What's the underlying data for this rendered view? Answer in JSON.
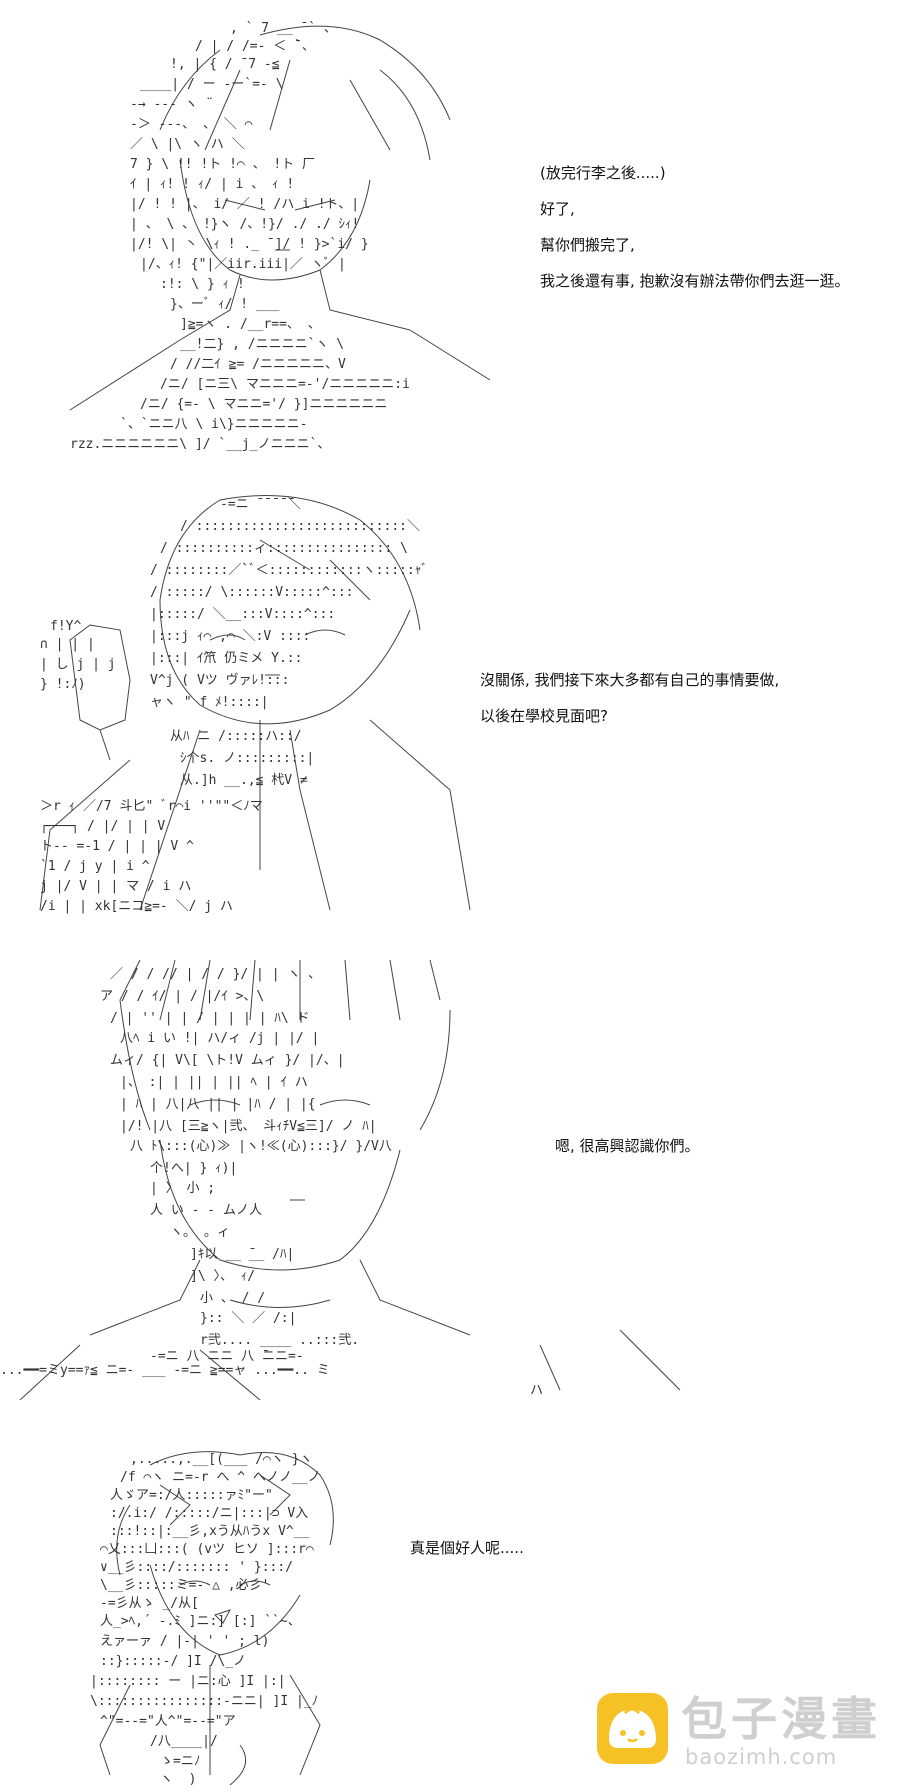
{
  "panels": [
    {
      "lines": [
        "(放完行李之後.....)",
        "好了,",
        "幫你們搬完了,",
        "我之後還有事, 抱歉沒有辦法帶你們去逛一逛。"
      ]
    },
    {
      "lines": [
        "沒關係, 我們接下來大多都有自己的事情要做,",
        "以後在學校見面吧?"
      ]
    },
    {
      "lines": [
        "嗯, 很高興認識你們。"
      ]
    },
    {
      "lines": [
        "真是個好人呢....."
      ]
    }
  ],
  "watermark": {
    "title": "包子漫畫",
    "url": "baozimh.com",
    "icon": "bun-logo-icon",
    "icon_color": "#f6c125"
  }
}
